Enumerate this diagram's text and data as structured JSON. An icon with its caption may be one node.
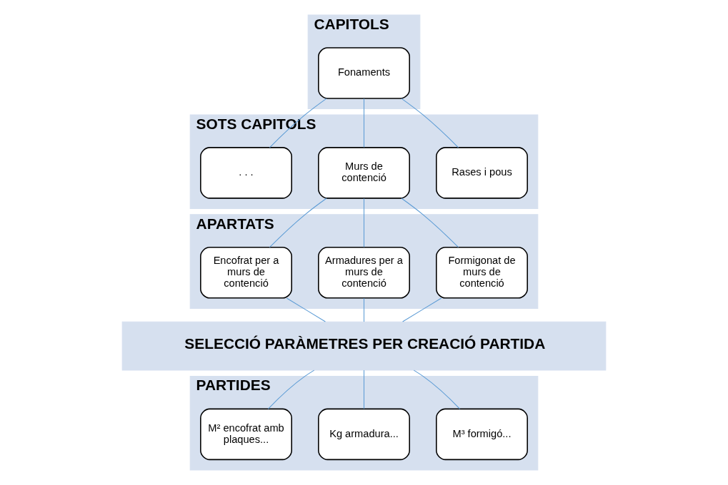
{
  "diagram": {
    "nodes": [
      {
        "text": [
          "CAPITOLS"
        ]
      },
      {
        "text": [
          "Fonaments"
        ],
        "in": 0
      },
      {
        "text": [
          "SOTS CAPITOLS"
        ]
      },
      {
        "text": [
          "Rases i pous"
        ],
        "in": 2
      },
      {
        "text": [
          "Murs de contenció"
        ],
        "in": 2
      },
      {
        "text": [
          ". . ."
        ],
        "in": 2
      },
      {
        "text": [
          "APARTATS"
        ]
      },
      {
        "text": [
          "Formigonat de murs de contenció"
        ],
        "in": 6
      },
      {
        "text": [
          "Armadures per a murs de contenció"
        ],
        "in": 6
      },
      {
        "text": [
          "Encofrat per a murs de contenció"
        ],
        "in": 6
      },
      {
        "text": [
          "SELECCIÓ PARÀMETRES PER CREACIÓ PARTIDA"
        ]
      },
      {
        "text": [
          "PARTIDES"
        ]
      },
      {
        "text": [
          "M³ formigó..."
        ],
        "in": 11
      },
      {
        "text": [
          "Kg armadura..."
        ],
        "in": 11
      },
      {
        "text": [
          "M² encofrat amb plaques..."
        ],
        "in": 11
      }
    ],
    "edges": [
      {
        "from": 1,
        "to": 3,
        "arrow": "none"
      },
      {
        "from": 1,
        "to": 4,
        "arrow": "none"
      },
      {
        "from": 1,
        "to": 5,
        "arrow": "none"
      },
      {
        "from": 4,
        "to": 7,
        "arrow": "none"
      },
      {
        "from": 4,
        "to": 8,
        "arrow": "none"
      },
      {
        "from": 4,
        "to": 9,
        "arrow": "none"
      },
      {
        "from": 7,
        "to": 10,
        "arrow": "none"
      },
      {
        "from": 8,
        "to": 10,
        "arrow": "none"
      },
      {
        "from": 9,
        "to": 10,
        "arrow": "none"
      },
      {
        "from": 10,
        "to": 12,
        "arrow": "none"
      },
      {
        "from": 10,
        "to": 13,
        "arrow": "none"
      },
      {
        "from": 10,
        "to": 14,
        "arrow": "none"
      }
    ]
  }
}
